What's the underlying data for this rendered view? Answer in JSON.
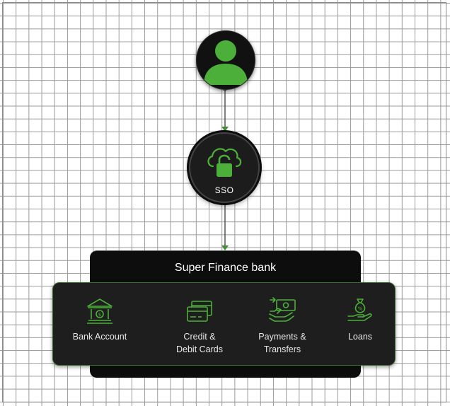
{
  "diagram": {
    "user_node": {
      "icon": "user-icon"
    },
    "sso_node": {
      "label": "SSO",
      "icon": "cloud-lock-icon"
    },
    "bank": {
      "title": "Super Finance bank",
      "services": [
        {
          "label": "Bank Account",
          "icon": "bank-icon"
        },
        {
          "label": "Credit &\nDebit Cards",
          "icon": "credit-cards-icon"
        },
        {
          "label": "Payments &\nTransfers",
          "icon": "payment-transfer-icon"
        },
        {
          "label": "Loans",
          "icon": "loan-icon"
        }
      ]
    },
    "colors": {
      "accent": "#4caf3a",
      "node_background": "#111111",
      "panel_background": "#1e1e1e",
      "grid": "#9a9a9a"
    }
  }
}
